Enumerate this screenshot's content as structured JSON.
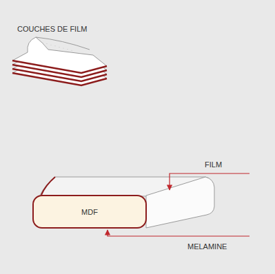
{
  "diagram": {
    "nodes": [
      {
        "text": [
          "MDF"
        ]
      }
    ],
    "labels": [
      "COUCHES DE FILM",
      "FILM",
      "MELAMINE"
    ]
  }
}
